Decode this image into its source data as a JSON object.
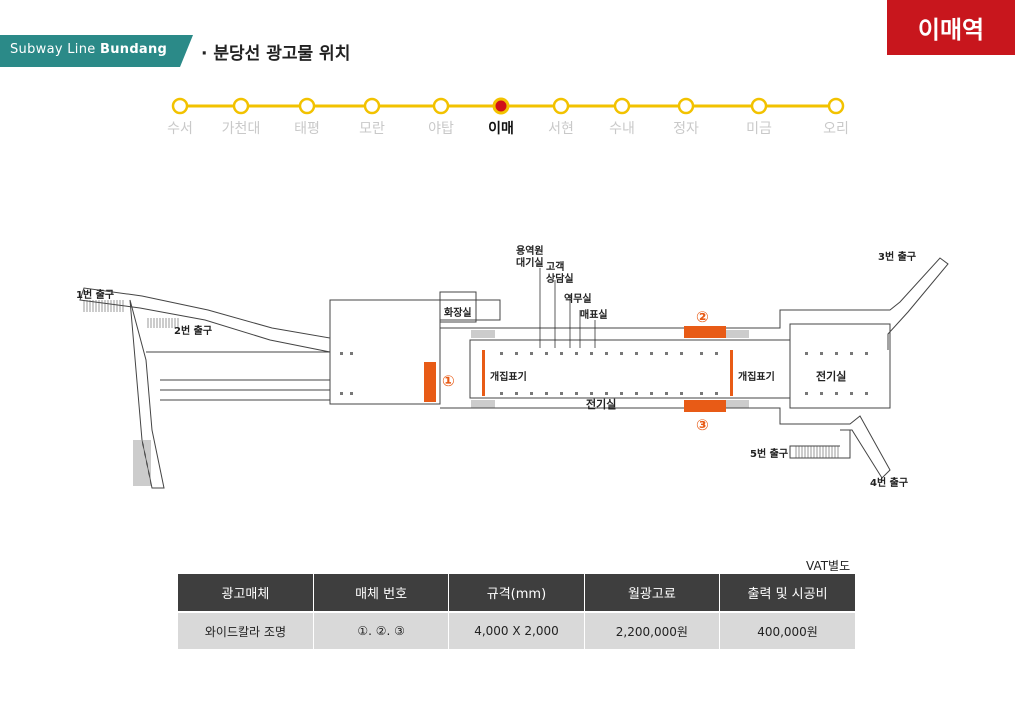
{
  "header": {
    "line_tag_prefix": "Subway Line ",
    "line_tag_bold": "Bundang",
    "page_title": "· 분당선 광고물 위치",
    "station_badge": "이매역",
    "colors": {
      "line_tag_bg": "#2b8a88",
      "badge_bg": "#c8161d",
      "line_yellow": "#f2c200",
      "current_dot": "#d0101a",
      "ad_marker": "#e85b16"
    }
  },
  "line_stations": [
    {
      "name": "수서",
      "current": false
    },
    {
      "name": "가천대",
      "current": false
    },
    {
      "name": "태평",
      "current": false
    },
    {
      "name": "모란",
      "current": false
    },
    {
      "name": "야탑",
      "current": false
    },
    {
      "name": "이매",
      "current": true
    },
    {
      "name": "서현",
      "current": false
    },
    {
      "name": "수내",
      "current": false
    },
    {
      "name": "정자",
      "current": false
    },
    {
      "name": "미금",
      "current": false
    },
    {
      "name": "오리",
      "current": false
    }
  ],
  "floor_plan": {
    "exits": [
      "1번 출구",
      "2번 출구",
      "3번 출구",
      "4번 출구",
      "5번 출구"
    ],
    "rooms": [
      "화장실",
      "용역원 대기실",
      "고객 상담실",
      "역무실",
      "매표실",
      "개집표기",
      "개집표기",
      "전기실",
      "전기실"
    ],
    "markers": [
      "①",
      "②",
      "③"
    ]
  },
  "table": {
    "vat_note": "VAT별도",
    "headers": [
      "광고매체",
      "매체 번호",
      "규격(mm)",
      "월광고료",
      "출력 및 시공비"
    ],
    "rows": [
      [
        "와이드칼라 조명",
        "①. ②. ③",
        "4,000 X 2,000",
        "2,200,000원",
        "400,000원"
      ]
    ]
  }
}
